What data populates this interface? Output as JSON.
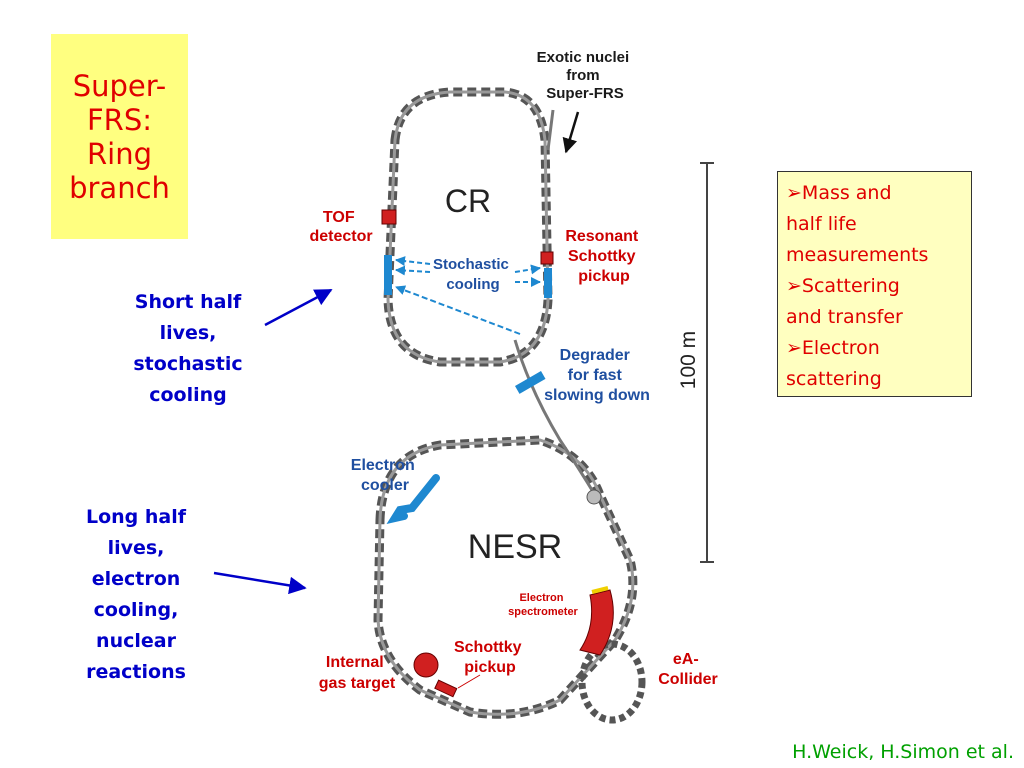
{
  "title": "Super-FRS: Ring branch",
  "title_lines": [
    "Super-",
    "FRS:",
    "Ring",
    "branch"
  ],
  "info_box": {
    "items": [
      "Mass and half life measurements",
      "Scattering and transfer",
      "Electron scattering"
    ],
    "lines": [
      "➢Mass and",
      "half life",
      "measurements",
      "➢Scattering",
      "and transfer",
      "➢Electron",
      "scattering"
    ]
  },
  "notes": {
    "short": [
      "Short half",
      "lives,",
      "stochastic",
      "cooling"
    ],
    "long": [
      "Long half",
      "lives,",
      "electron",
      "cooling,",
      "nuclear",
      "reactions"
    ]
  },
  "credit": "H.Weick, H.Simon et al.",
  "diagram": {
    "exotic": [
      "Exotic nuclei",
      "from",
      "Super-FRS"
    ],
    "cr": "CR",
    "tof": [
      "TOF",
      "detector"
    ],
    "resonant": [
      "Resonant",
      "Schottky",
      "pickup"
    ],
    "stochastic": [
      "Stochastic",
      "cooling"
    ],
    "degrader": [
      "Degrader",
      "for fast",
      "slowing down"
    ],
    "scale": "100 m",
    "electron_cooler": [
      "Electron",
      "cooler"
    ],
    "nesr": "NESR",
    "spectrometer": [
      "Electron",
      "spectrometer"
    ],
    "schottky": [
      "Schottky",
      "pickup"
    ],
    "internal": [
      "Internal",
      "gas target"
    ],
    "ea": [
      "eA-",
      "Collider"
    ]
  },
  "colors": {
    "title_bg": "#ffff80",
    "title_text": "#e00000",
    "info_bg": "#ffffc0",
    "note_text": "#0000c8",
    "credit": "#00a000",
    "ring_red_labels": "#cc0000",
    "ring_blue_labels": "#1f4fa0",
    "cooler_blue": "#1e88d0"
  }
}
